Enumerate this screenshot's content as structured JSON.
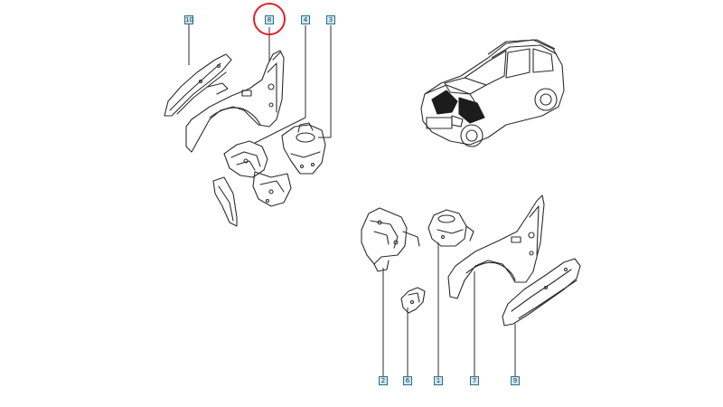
{
  "callouts": {
    "c10": "10",
    "c8": "8",
    "c4": "4",
    "c3": "3",
    "c2": "2",
    "c6": "6",
    "c1": "1",
    "c7": "7",
    "c9": "9"
  },
  "highlight": {
    "callout": "8",
    "color": "#e0202a"
  },
  "colors": {
    "callout_border": "#2a6f8c",
    "callout_fill": "#cfe6ef",
    "line": "#2c2c2c"
  }
}
